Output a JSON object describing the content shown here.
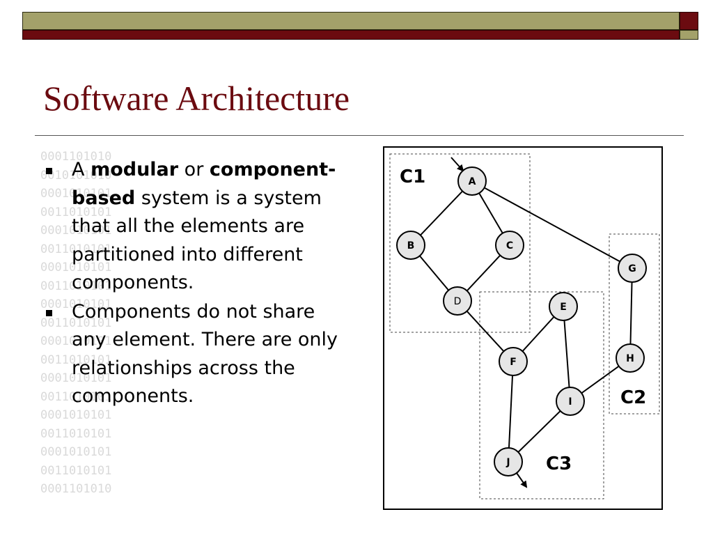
{
  "slide": {
    "title": "Software Architecture",
    "colors": {
      "title": "#6b0b10",
      "bar_olive": "#a3a16a",
      "bar_maroon": "#6b0b10"
    }
  },
  "bullets": [
    {
      "parts": [
        {
          "text": "A ",
          "bold": false
        },
        {
          "text": "modular",
          "bold": true
        },
        {
          "text": " or ",
          "bold": false
        },
        {
          "text": "component-based",
          "bold": true
        },
        {
          "text": " system is a system that all the elements are partitioned into different components.",
          "bold": false
        }
      ]
    },
    {
      "parts": [
        {
          "text": "Components do not share any element. There are only relationships across the components.",
          "bold": false
        }
      ]
    }
  ],
  "background_pattern": "0001101010\n0010101010\n0001010101\n0011010101\n0001010101\n0011010101\n0001010101\n0011010101\n0001010101\n0011010101\n0001010101\n0011010101\n0001010101\n0011010101\n0001010101\n0011010101\n0001010101\n0011010101\n0001101010",
  "diagram": {
    "components": [
      {
        "label": "C1"
      },
      {
        "label": "C2"
      },
      {
        "label": "C3"
      }
    ],
    "nodes": [
      "A",
      "B",
      "C",
      "D",
      "E",
      "F",
      "G",
      "H",
      "I",
      "J"
    ],
    "edges": [
      [
        "A",
        "B"
      ],
      [
        "A",
        "C"
      ],
      [
        "A",
        "G"
      ],
      [
        "B",
        "D"
      ],
      [
        "C",
        "D"
      ],
      [
        "D",
        "F"
      ],
      [
        "E",
        "F"
      ],
      [
        "E",
        "I"
      ],
      [
        "F",
        "J"
      ],
      [
        "G",
        "H"
      ],
      [
        "H",
        "I"
      ],
      [
        "I",
        "J"
      ]
    ],
    "entry": "A",
    "exit": "J"
  }
}
